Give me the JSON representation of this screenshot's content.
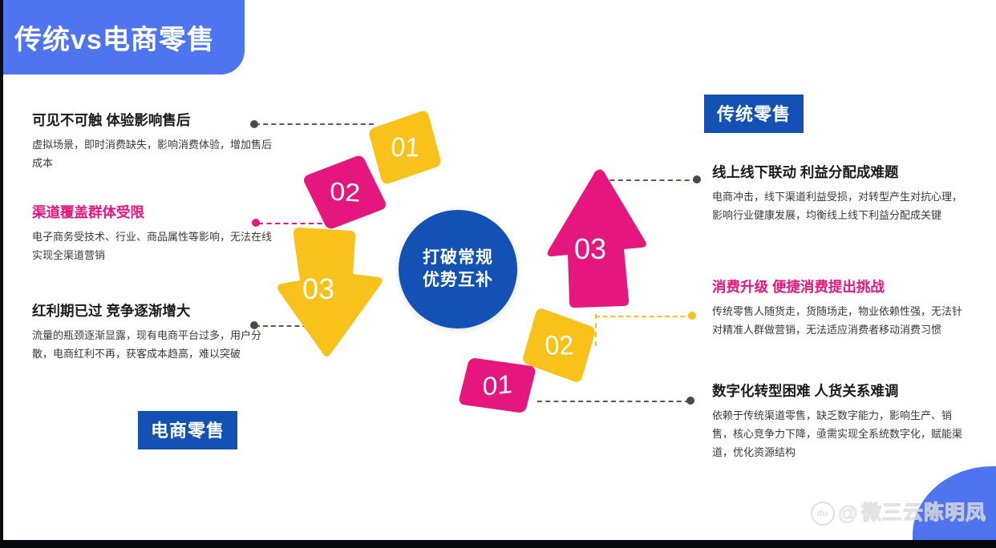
{
  "header": {
    "title": "传统vs电商零售"
  },
  "badges": {
    "traditional": "传统零售",
    "ecommerce": "电商零售"
  },
  "center": {
    "line1": "打破常规",
    "line2": "优势互补"
  },
  "markers": {
    "left_01": "01",
    "left_02": "02",
    "left_03": "03",
    "right_01": "01",
    "right_02": "02",
    "right_03": "03"
  },
  "left_blocks": [
    {
      "title": "可见不可触  体验影响售后",
      "body": "虚拟场景，即时消费缺失，影响消费体验，增加售后成本",
      "color": "#1b1b1b"
    },
    {
      "title": "渠道覆盖群体受限",
      "body": "电子商务受技术、行业、商品属性等影响，无法在线实现全渠道营销",
      "color": "#e5177f"
    },
    {
      "title": "红利期已过  竞争逐渐增大",
      "body": "流量的瓶颈逐渐显露，现有电商平台过多，用户分散，电商红利不再，获客成本趋高，难以突破",
      "color": "#1b1b1b"
    }
  ],
  "right_blocks": [
    {
      "title": "线上线下联动  利益分配成难题",
      "body": "电商冲击，线下渠道利益受损，对转型产生对抗心理，影响行业健康发展，均衡线上线下利益分配成关键",
      "color": "#1b1b1b"
    },
    {
      "title": "消费升级  便捷消费提出挑战",
      "body": "传统零售人随货走，货随场走，物业依赖性强，无法针对精准人群做营销，无法适应消费者移动消费习惯",
      "color": "#e5177f"
    },
    {
      "title": "数字化转型困难 人货关系难调",
      "body": "依赖于传统渠道零售，缺乏数字能力，影响生产、销售，核心竞争力下降，亟需实现全系统数字化，赋能渠道，优化资源结构",
      "color": "#1b1b1b"
    }
  ],
  "watermark": {
    "paw": "du",
    "at": "@",
    "text": "微三云陈明凤"
  },
  "colors": {
    "blue_header": "#4f74f0",
    "blue_badge": "#1351b4",
    "pink": "#e5177f",
    "yellow": "#f9c21a",
    "text_dark": "#1b1b1b"
  }
}
